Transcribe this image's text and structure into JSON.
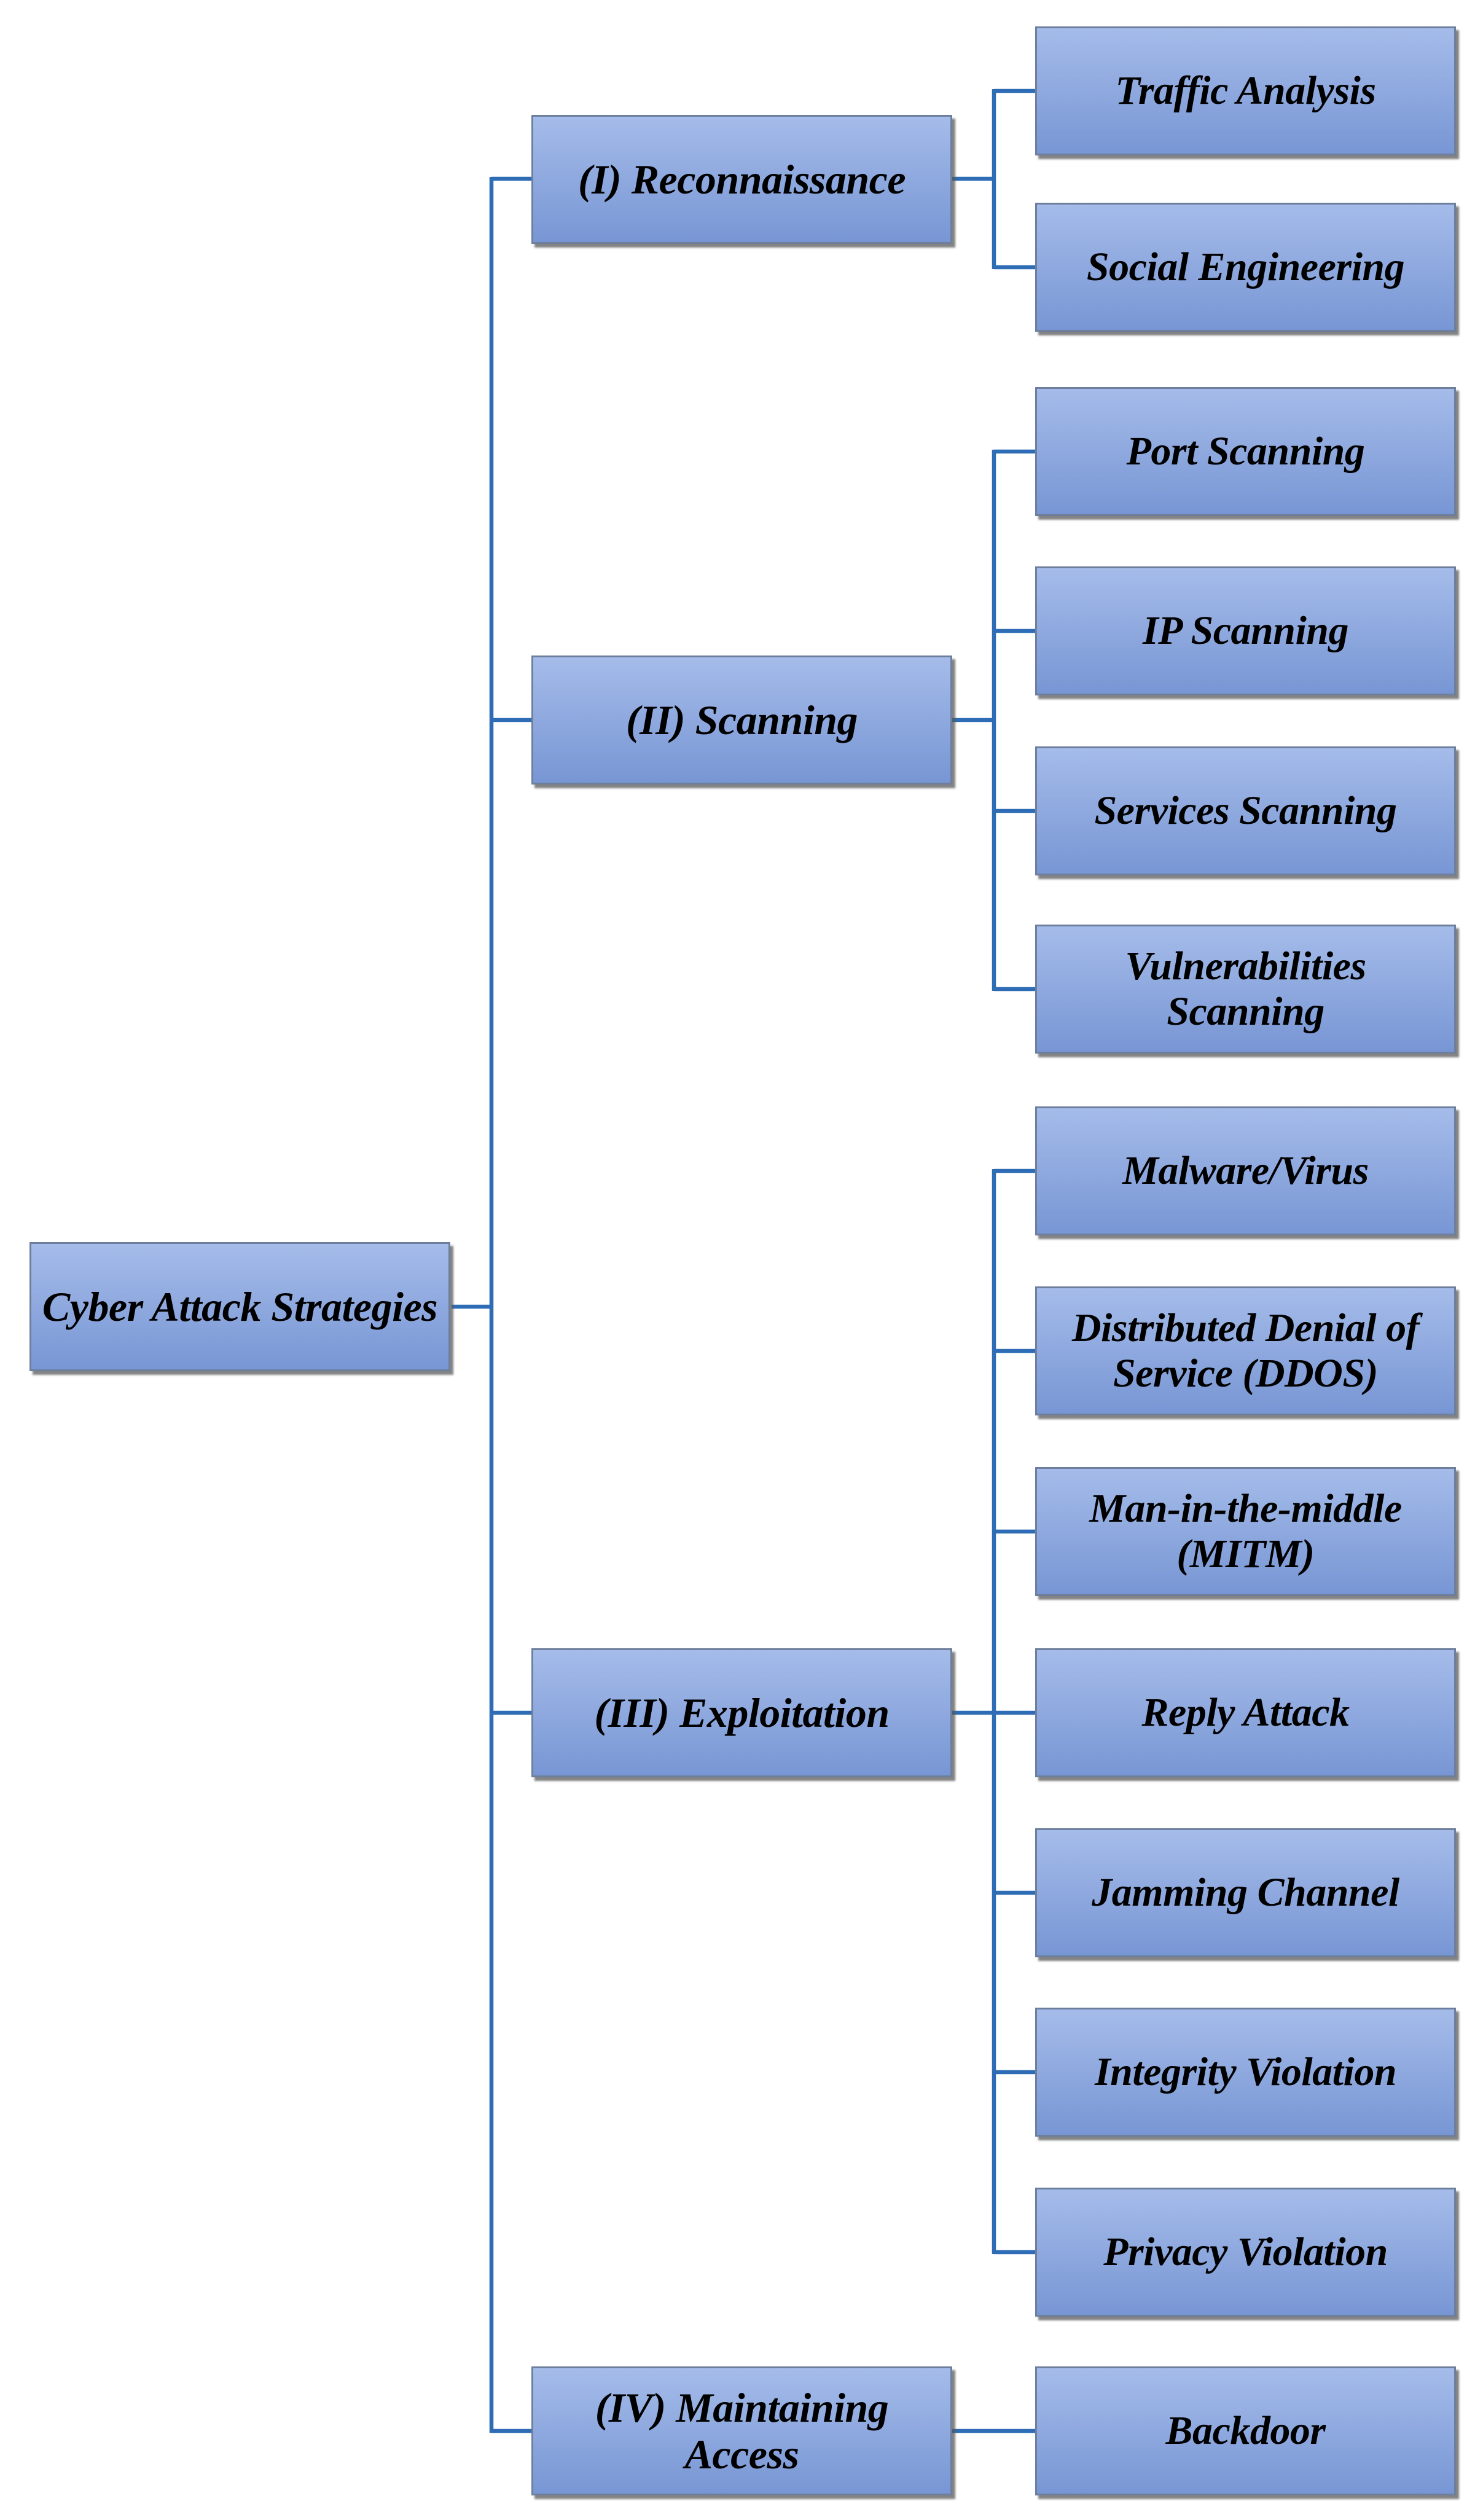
{
  "diagram": {
    "root": {
      "label": "Cyber Attack Strategies"
    },
    "phases": [
      {
        "label": "(I) Reconnaissance",
        "children": [
          "Traffic Analysis",
          "Social Engineering"
        ]
      },
      {
        "label": "(II) Scanning",
        "children": [
          "Port Scanning",
          "IP Scanning",
          "Services Scanning",
          "Vulnerabilities Scanning"
        ]
      },
      {
        "label": "(III) Exploitation",
        "children": [
          "Malware/Virus",
          "Distributed Denial of Service (DDOS)",
          "Man-in-the-middle (MITM)",
          "Reply Attack",
          "Jamming Channel",
          "Integrity Violation",
          "Privacy Violation"
        ]
      },
      {
        "label": "(IV) Maintaining Access",
        "children": [
          "Backdoor"
        ]
      }
    ],
    "colors": {
      "connector": "#2e6db5",
      "box_fill_top": "#a5bcea",
      "box_fill_bottom": "#7896d4",
      "box_border": "#6d7f9c",
      "text": "#000000"
    }
  }
}
